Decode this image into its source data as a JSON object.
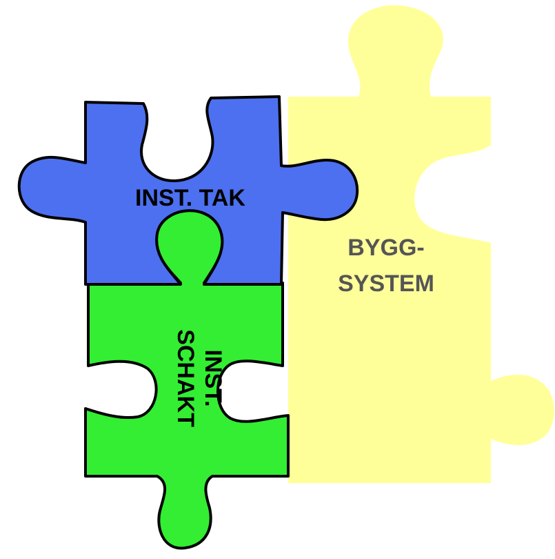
{
  "pieces": [
    {
      "id": "bygg",
      "label_lines": [
        "BYGG-",
        "SYSTEM"
      ],
      "fill": "#FFFF99",
      "text_color": "#555555",
      "outline": "none"
    },
    {
      "id": "tak",
      "label": "INST. TAK",
      "fill": "#4D70F0",
      "text_color": "#000000",
      "outline": "#000000"
    },
    {
      "id": "schakt",
      "label_lines": [
        "INST.",
        "SCHAKT"
      ],
      "fill": "#33EE33",
      "text_color": "#000000",
      "outline": "#000000"
    }
  ]
}
